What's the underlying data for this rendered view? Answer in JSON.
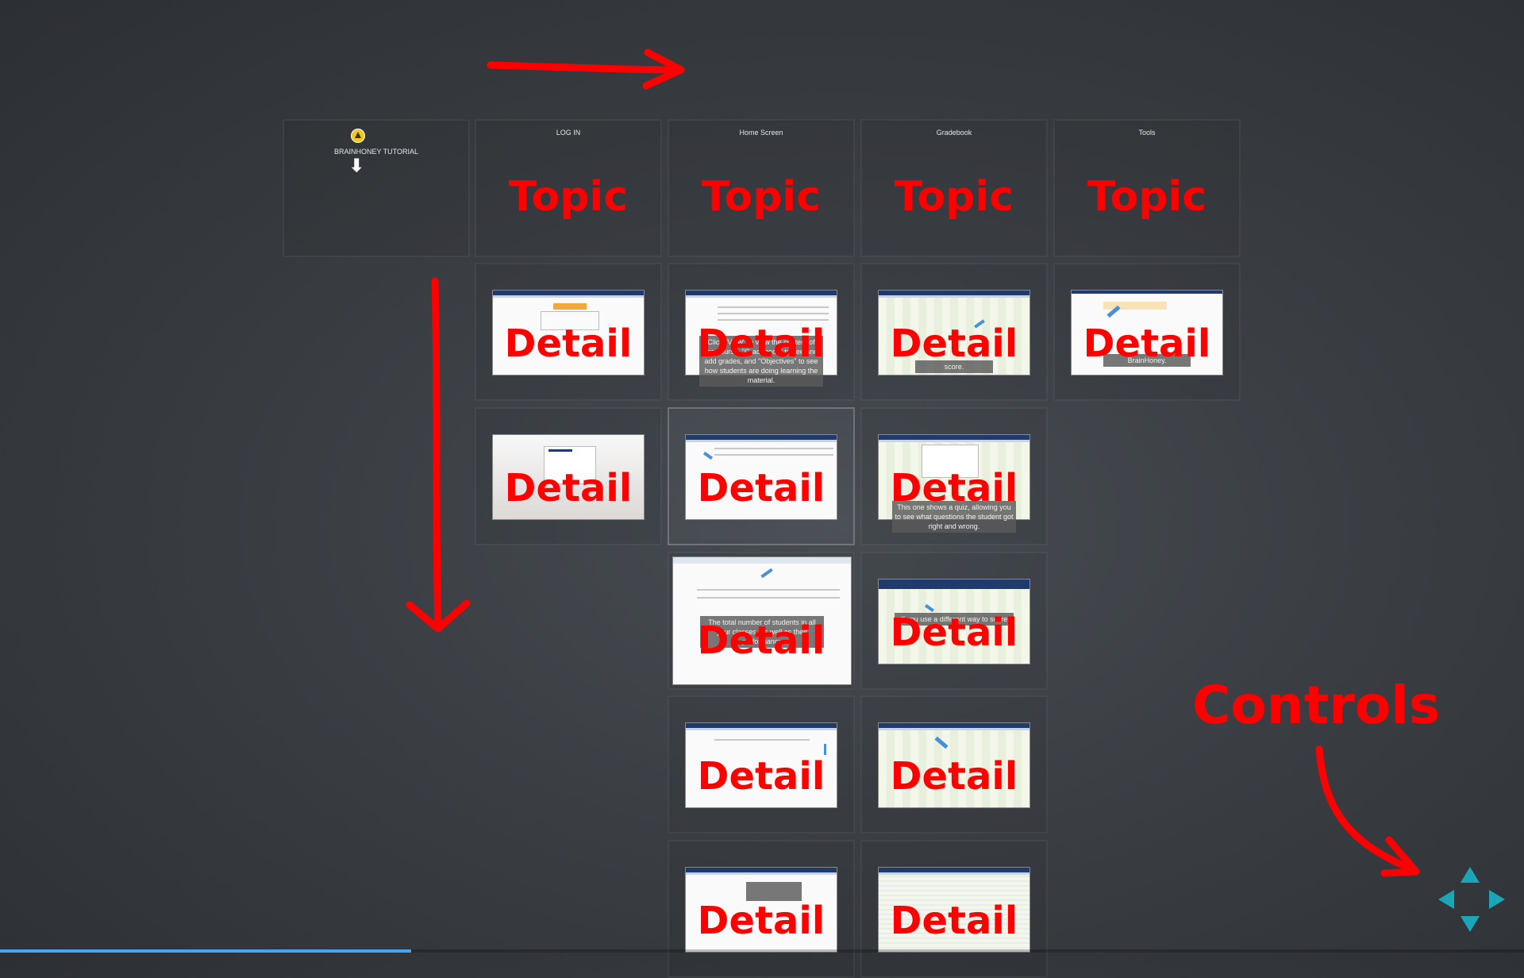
{
  "overview": {
    "title_tile": {
      "title": "BRAINHONEY TUTORIAL",
      "arrow": "⬇"
    },
    "columns": [
      {
        "title": "LOG IN",
        "label": "Topic",
        "details": [
          {
            "label": "Detail",
            "caption": ""
          },
          {
            "label": "Detail",
            "caption": ""
          }
        ]
      },
      {
        "title": "Home Screen",
        "label": "Topic",
        "details": [
          {
            "label": "Detail",
            "caption": "Click \"View\" to view the content of the course, \"Gradebook\" to see and add grades, and \"Objectives\" to see how students are doing learning the material."
          },
          {
            "label": "Detail",
            "caption": ""
          },
          {
            "label": "Detail",
            "caption": "The total number of students in all your classes, as well as their performance"
          },
          {
            "label": "Detail",
            "caption": ""
          },
          {
            "label": "Detail",
            "caption": ""
          }
        ]
      },
      {
        "title": "Gradebook",
        "label": "Topic",
        "details": [
          {
            "label": "Detail",
            "caption": "score."
          },
          {
            "label": "Detail",
            "caption": "This one shows a quiz, allowing you to see what questions the student got right and wrong."
          },
          {
            "label": "Detail",
            "caption": "If you use a different way to score"
          },
          {
            "label": "Detail",
            "caption": ""
          },
          {
            "label": "Detail",
            "caption": ""
          }
        ]
      },
      {
        "title": "Tools",
        "label": "Topic",
        "details": [
          {
            "label": "Detail",
            "caption": "BrainHoney."
          }
        ]
      }
    ]
  },
  "annotations": {
    "controls_label": "Controls"
  },
  "colors": {
    "annotation": "#ff0000",
    "nav_controls": "#1aa6b7",
    "progress": "#42a5f5"
  },
  "progress": {
    "fraction": 0.27
  },
  "nav_icons": [
    "arrow-up-icon",
    "arrow-down-icon",
    "arrow-left-icon",
    "arrow-right-icon"
  ]
}
